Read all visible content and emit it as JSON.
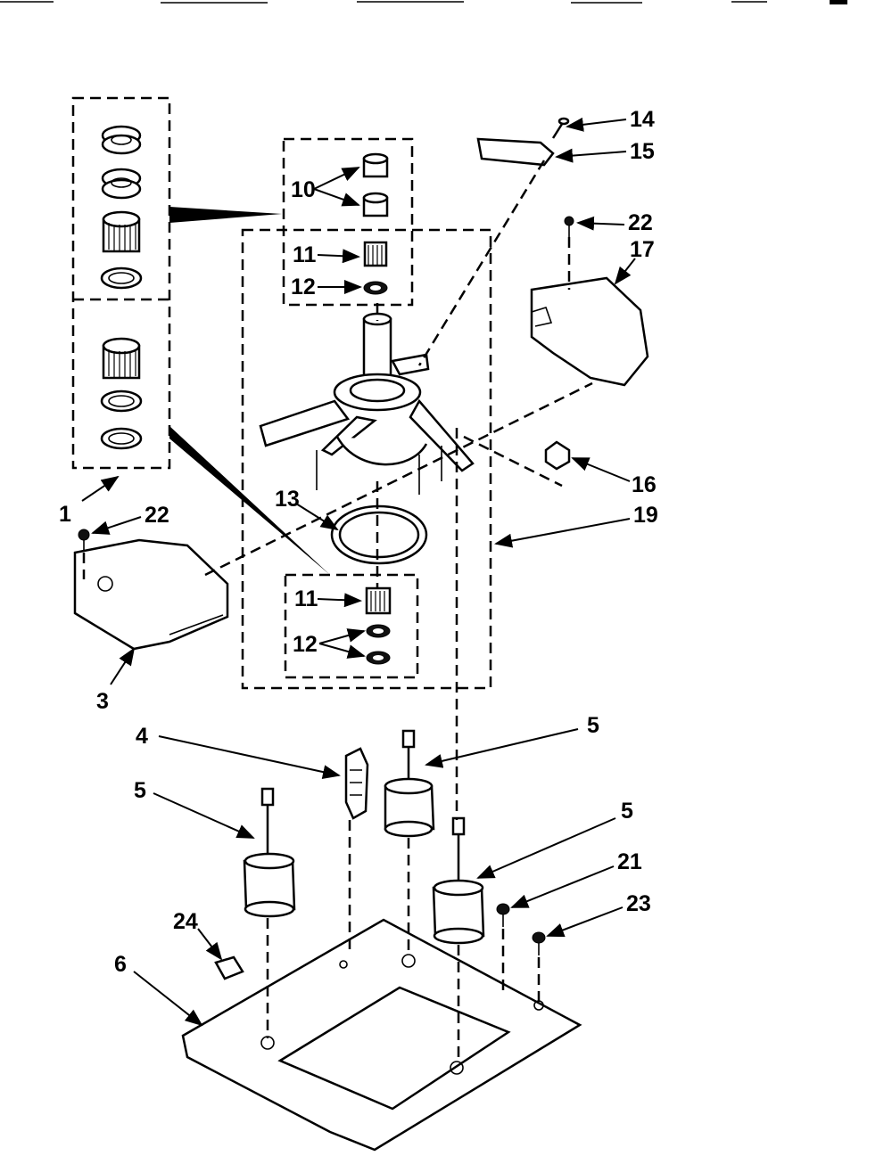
{
  "diagram": {
    "callouts": {
      "c1": "1",
      "c3": "3",
      "c4": "4",
      "c5a": "5",
      "c5b": "5",
      "c5c": "5",
      "c6": "6",
      "c10": "10",
      "c11a": "11",
      "c11b": "11",
      "c12a": "12",
      "c12b": "12",
      "c13": "13",
      "c14": "14",
      "c15": "15",
      "c16": "16",
      "c17": "17",
      "c19": "19",
      "c21": "21",
      "c22a": "22",
      "c22b": "22",
      "c23": "23",
      "c24": "24"
    }
  }
}
